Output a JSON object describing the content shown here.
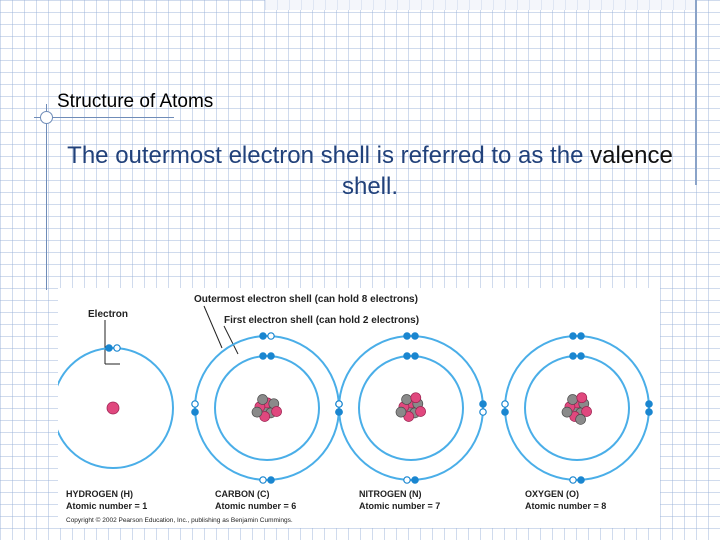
{
  "slide": {
    "title": "Structure of Atoms",
    "body_before": "The outermost electron shell is referred to as the ",
    "body_keyword": "valence",
    "body_after": " shell."
  },
  "figure": {
    "callouts": {
      "electron": "Electron",
      "outer_shell": "Outermost electron shell (can hold 8 electrons)",
      "first_shell": "First electron shell (can hold 2 electrons)"
    },
    "atoms": [
      {
        "name": "HYDROGEN (H)",
        "atomic_number_label": "Atomic number = 1",
        "electrons": 1
      },
      {
        "name": "CARBON (C)",
        "atomic_number_label": "Atomic number = 6",
        "electrons": 6
      },
      {
        "name": "NITROGEN (N)",
        "atomic_number_label": "Atomic number = 7",
        "electrons": 7
      },
      {
        "name": "OXYGEN (O)",
        "atomic_number_label": "Atomic number = 8",
        "electrons": 8
      }
    ],
    "copyright": "Copyright © 2002 Pearson Education, Inc., publishing as Benjamin Cummings."
  },
  "colors": {
    "shell": "#4aaee8",
    "electron": "#1a86d0",
    "proton": "#e0487e",
    "neutron": "#8a8a8a",
    "title_text": "#21417a"
  }
}
